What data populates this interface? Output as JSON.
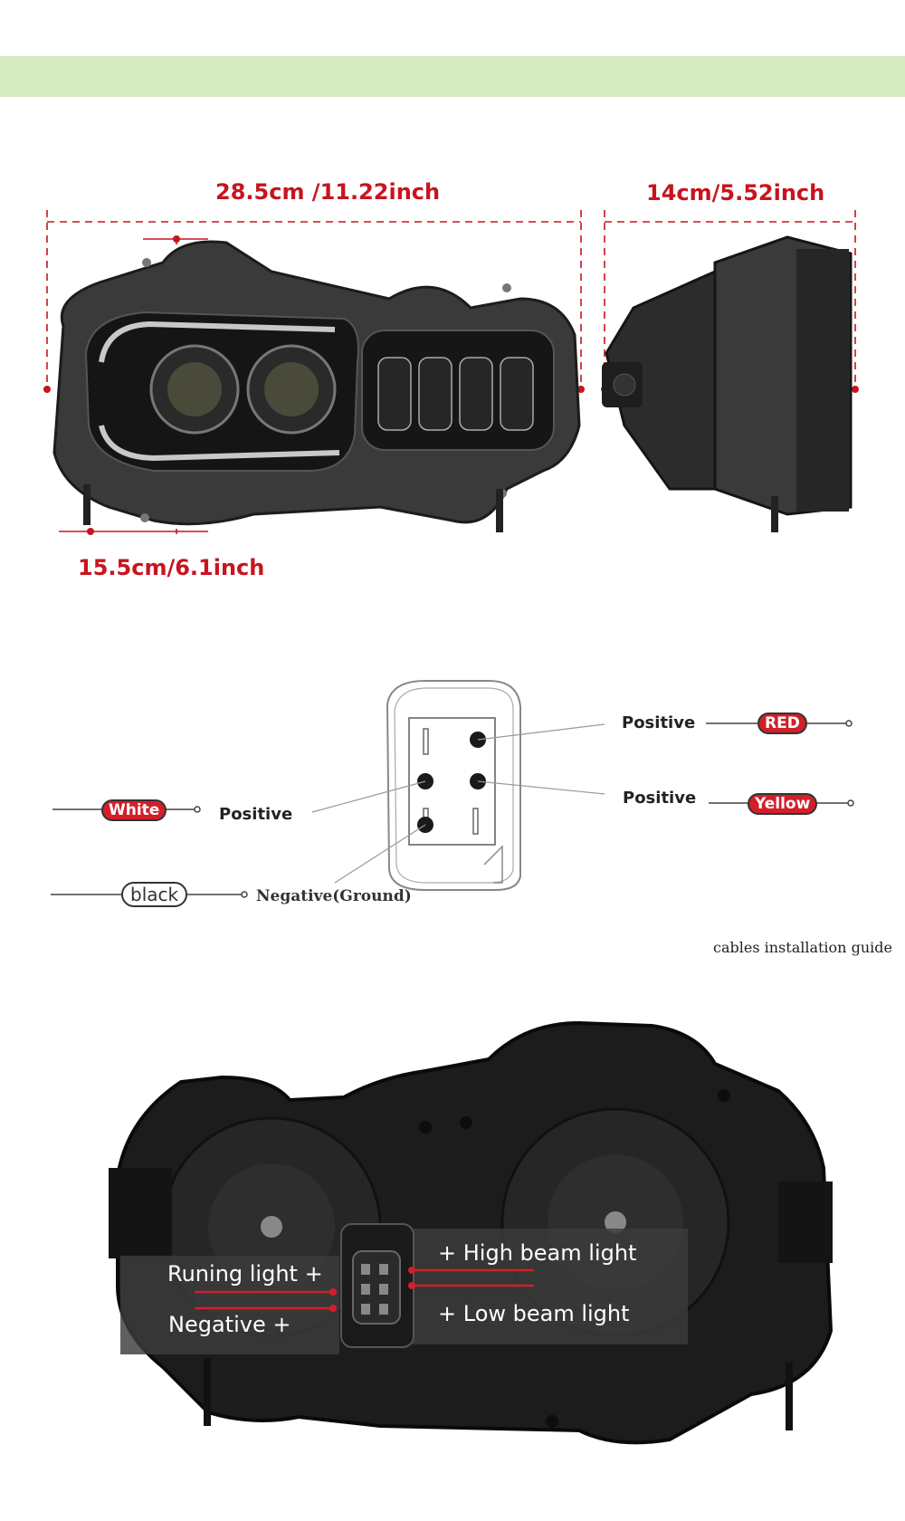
{
  "colors": {
    "banner": "#d6eac0",
    "dimension_red": "#c8141e",
    "wire_red": "#d21f2a"
  },
  "dimensions": {
    "width_label": "28.5cm /11.22inch",
    "depth_label": "14cm/5.52inch",
    "height_label": "15.5cm/6.1inch"
  },
  "wiring": {
    "red_positive": {
      "label": "Positive",
      "wire": "RED"
    },
    "yellow_positive": {
      "label": "Positive",
      "wire": "Yellow"
    },
    "white_positive": {
      "label": "Positive",
      "wire": "White"
    },
    "black_ground": {
      "label": "Negative(Ground)",
      "wire": "black"
    },
    "caption": "cables installation guide"
  },
  "back_view": {
    "running_light": "Runing light +",
    "negative": "Negative +",
    "high_beam": "+ High beam light",
    "low_beam": "+ Low beam light"
  }
}
